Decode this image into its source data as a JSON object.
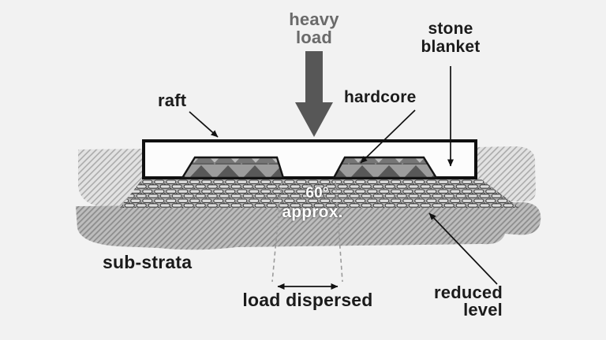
{
  "labels": {
    "heavy_load": "heavy\nload",
    "raft": "raft",
    "hardcore": "hardcore",
    "stone_blanket": "stone\nblanket",
    "sub_strata": "sub-strata",
    "load_dispersed": "load dispersed",
    "reduced_level": "reduced\nlevel",
    "dispersal_angle": "60°",
    "dispersal_angle_qualifier": "approx."
  },
  "colors": {
    "background": "#f2f2f2",
    "ink": "#1b1b1b",
    "muted_label_gray": "#6a6a6a",
    "load_arrow_gray": "#575757",
    "angle_text": "#ffffff",
    "light_hatch_line": "#ababab",
    "light_hatch_bg": "#e2e2e2",
    "substrata_hatch_line": "#8d8d8d",
    "substrata_hatch_bg": "#bdbdbd",
    "pebble_fill": "#dedede",
    "pebble_stroke": "#3e3e3e",
    "hardcore_triangle": "#585858",
    "hardcore_bg": "#9c9c9c",
    "raft_fill": "#fcfcfc"
  }
}
